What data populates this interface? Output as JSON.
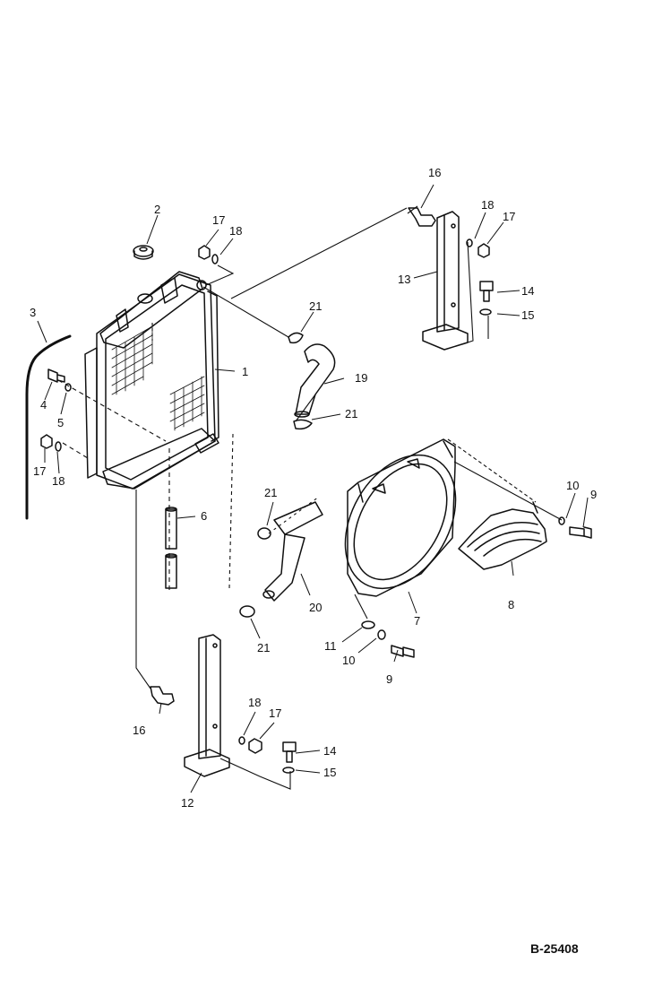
{
  "figure_id": "B-25408",
  "callouts": [
    {
      "key": "c1",
      "text": "1"
    },
    {
      "key": "c2",
      "text": "2"
    },
    {
      "key": "c3",
      "text": "3"
    },
    {
      "key": "c4",
      "text": "4"
    },
    {
      "key": "c5",
      "text": "5"
    },
    {
      "key": "c6",
      "text": "6"
    },
    {
      "key": "c7",
      "text": "7"
    },
    {
      "key": "c8",
      "text": "8"
    },
    {
      "key": "c9a",
      "text": "9"
    },
    {
      "key": "c9b",
      "text": "9"
    },
    {
      "key": "c10a",
      "text": "10"
    },
    {
      "key": "c10b",
      "text": "10"
    },
    {
      "key": "c11",
      "text": "11"
    },
    {
      "key": "c12",
      "text": "12"
    },
    {
      "key": "c13",
      "text": "13"
    },
    {
      "key": "c14a",
      "text": "14"
    },
    {
      "key": "c14b",
      "text": "14"
    },
    {
      "key": "c15a",
      "text": "15"
    },
    {
      "key": "c15b",
      "text": "15"
    },
    {
      "key": "c16a",
      "text": "16"
    },
    {
      "key": "c16b",
      "text": "16"
    },
    {
      "key": "c17a",
      "text": "17"
    },
    {
      "key": "c17b",
      "text": "17"
    },
    {
      "key": "c17c",
      "text": "17"
    },
    {
      "key": "c17d",
      "text": "17"
    },
    {
      "key": "c18a",
      "text": "18"
    },
    {
      "key": "c18b",
      "text": "18"
    },
    {
      "key": "c18c",
      "text": "18"
    },
    {
      "key": "c18d",
      "text": "18"
    },
    {
      "key": "c19",
      "text": "19"
    },
    {
      "key": "c20",
      "text": "20"
    },
    {
      "key": "c21a",
      "text": "21"
    },
    {
      "key": "c21b",
      "text": "21"
    },
    {
      "key": "c21c",
      "text": "21"
    },
    {
      "key": "c21d",
      "text": "21"
    }
  ]
}
